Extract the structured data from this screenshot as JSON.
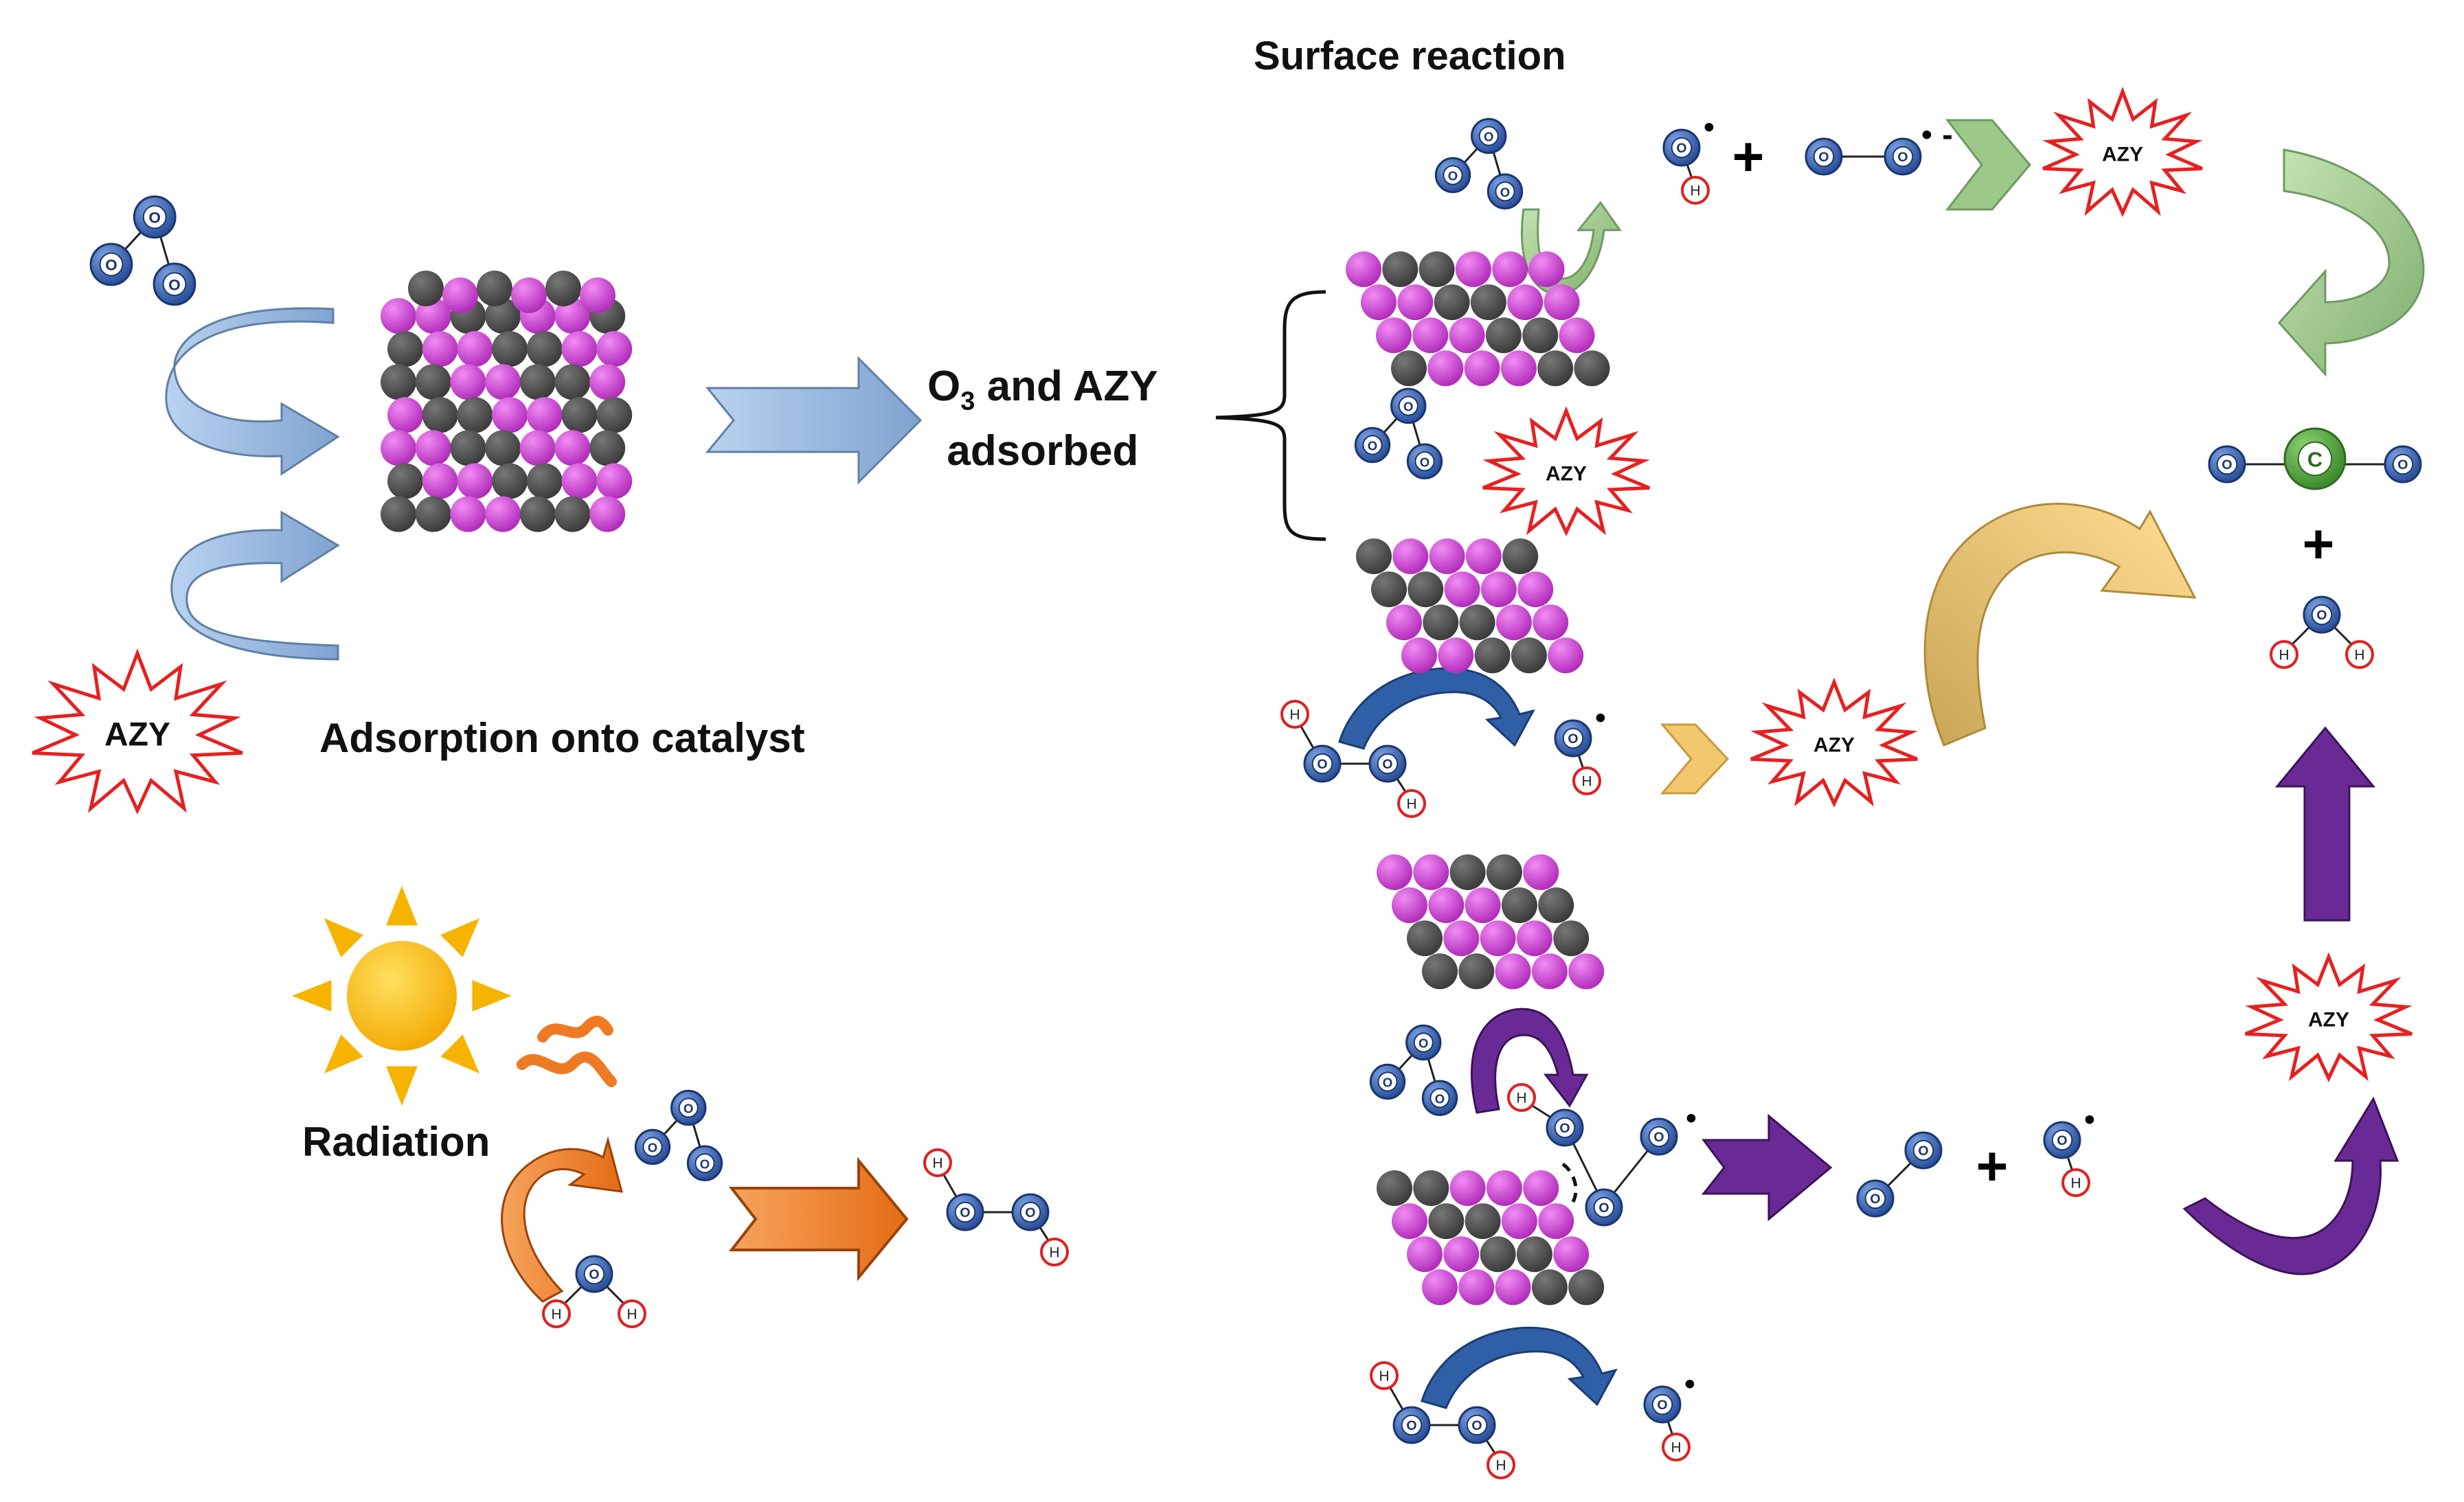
{
  "labels": {
    "surface_reaction": "Surface reaction",
    "adsorption": "Adsorption onto catalyst",
    "radiation": "Radiation",
    "o3_prefix": "O",
    "o3_subscript": "3",
    "o3_suffix": " and AZY",
    "adsorbed": "adsorbed"
  },
  "atoms": {
    "oxygen": "O",
    "hydrogen": "H",
    "carbon": "C"
  },
  "pollutant_label": "AZY",
  "radical_dot": "•",
  "superoxide_charge": "-",
  "plus_sign": "+",
  "colors": {
    "oxygen_fill": "#3c64b4",
    "hydrogen_ring": "#e02020",
    "carbon_fill": "#5aa845",
    "catalyst_magenta": "#c040c8",
    "catalyst_grey": "#4a4a4a",
    "burst_outline": "#e62020",
    "adsorption_arrow": "#9dbde3",
    "green_arrow": "#9cc88a",
    "yellow_arrow": "#f2c86e",
    "blue_arrow": "#2f5fa7",
    "purple_arrow": "#6a2a96",
    "orange_arrow": "#ef7a24",
    "sun": "#f6b400"
  },
  "icons": [
    "ozone-molecule",
    "hydrogen-peroxide-molecule",
    "water-molecule",
    "hydroxyl-radical",
    "superoxide-radical",
    "carbon-dioxide-molecule",
    "catalyst-cluster",
    "azy-burst",
    "sun-icon"
  ]
}
